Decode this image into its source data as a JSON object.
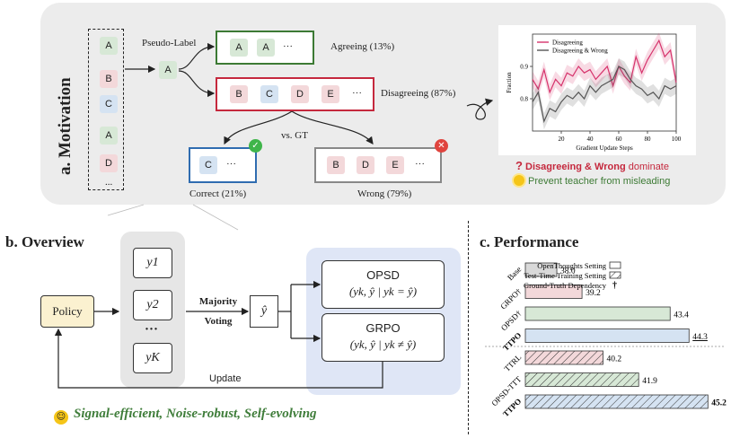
{
  "motivation": {
    "title": "a. Motivation",
    "samples": [
      "A",
      "B",
      "C",
      "A",
      "D",
      "..."
    ],
    "pseudo_label_text": "Pseudo-Label",
    "pseudo_label_value": "A",
    "agreeing_tokens": [
      "A",
      "A",
      "···"
    ],
    "agreeing_label": "Agreeing (13%)",
    "disagreeing_tokens": [
      "B",
      "C",
      "D",
      "E",
      "···"
    ],
    "disagreeing_label": "Disagreeing (87%)",
    "vs_gt": "vs. GT",
    "correct_tokens": [
      "C",
      "···"
    ],
    "correct_label": "Correct (21%)",
    "wrong_tokens": [
      "B",
      "D",
      "E",
      "···"
    ],
    "wrong_label": "Wrong (79%)",
    "note_question": "?",
    "note1_red": "Disagreeing & Wrong",
    "note1_rest": " dominate",
    "note2": "Prevent teacher from misleading"
  },
  "chart_data": [
    {
      "type": "line",
      "xlabel": "Gradient Update Steps",
      "ylabel": "Fraction",
      "xlim": [
        0,
        100
      ],
      "ylim": [
        0.7,
        1.0
      ],
      "xticks": [
        20,
        40,
        60,
        80,
        100
      ],
      "yticks": [
        0.8,
        0.9
      ],
      "legend_placement": "top-left",
      "series": [
        {
          "name": "Disagreeing",
          "color": "#d6336c",
          "x": [
            0,
            4,
            8,
            12,
            16,
            20,
            24,
            28,
            32,
            36,
            40,
            44,
            48,
            52,
            56,
            60,
            64,
            68,
            72,
            76,
            80,
            84,
            88,
            92,
            96,
            100
          ],
          "values": [
            0.86,
            0.83,
            0.89,
            0.82,
            0.86,
            0.84,
            0.88,
            0.87,
            0.9,
            0.88,
            0.89,
            0.86,
            0.88,
            0.9,
            0.84,
            0.9,
            0.87,
            0.85,
            0.93,
            0.88,
            0.92,
            0.95,
            0.98,
            0.93,
            0.95,
            0.85
          ]
        },
        {
          "name": "Disagreeing & Wrong",
          "color": "#555555",
          "x": [
            0,
            4,
            8,
            12,
            16,
            20,
            24,
            28,
            32,
            36,
            40,
            44,
            48,
            52,
            56,
            60,
            64,
            68,
            72,
            76,
            80,
            84,
            88,
            92,
            96,
            100
          ],
          "values": [
            0.79,
            0.82,
            0.73,
            0.77,
            0.76,
            0.79,
            0.81,
            0.8,
            0.82,
            0.8,
            0.84,
            0.82,
            0.84,
            0.85,
            0.86,
            0.9,
            0.89,
            0.86,
            0.84,
            0.83,
            0.81,
            0.82,
            0.8,
            0.84,
            0.83,
            0.84
          ]
        }
      ]
    },
    {
      "type": "bar",
      "title": "c. Performance",
      "orientation": "horizontal",
      "categories": [
        "Base",
        "GRPO†",
        "OPSD†",
        "TTPO",
        "TTRL",
        "OPSD-TTT",
        "TTPO"
      ],
      "values": [
        38.0,
        39.2,
        43.4,
        44.3,
        40.2,
        41.9,
        45.2
      ],
      "value_labels": [
        "38.0",
        "39.2",
        "43.4",
        "44.3",
        "40.2",
        "41.9",
        "45.2"
      ],
      "colors": [
        "#d9d9d9",
        "#f3d8da",
        "#d7e8d6",
        "#d5e3f2",
        "#f3d8da",
        "#d7e8d6",
        "#d5e3f2"
      ],
      "hatched": [
        false,
        false,
        false,
        false,
        true,
        true,
        true
      ],
      "bold": [
        false,
        false,
        false,
        true,
        false,
        false,
        true
      ],
      "legend": [
        "OpenThoughts Setting",
        "Test-Time Training Setting",
        "Ground-Truth Dependency"
      ],
      "legend_marker": "†",
      "xlim": [
        36.5,
        46
      ]
    }
  ],
  "overview": {
    "title": "b. Overview",
    "policy": "Policy",
    "samples": [
      "y1",
      "y2",
      "···",
      "yK"
    ],
    "majority_voting_1": "Majority",
    "majority_voting_2": "Voting",
    "yhat": "ŷ",
    "opsd": "OPSD",
    "opsd_formula": "(yk, ŷ | yk = ŷ)",
    "grpo": "GRPO",
    "grpo_formula": "(yk, ŷ | yk ≠ ŷ)",
    "update": "Update",
    "tagline": "Signal-efficient, Noise-robust, Self-evolving"
  },
  "colors": {
    "green": "#3c7a34",
    "red": "#c5283d",
    "blue": "#2f6cb0",
    "tagline": "#3f7d3a"
  }
}
